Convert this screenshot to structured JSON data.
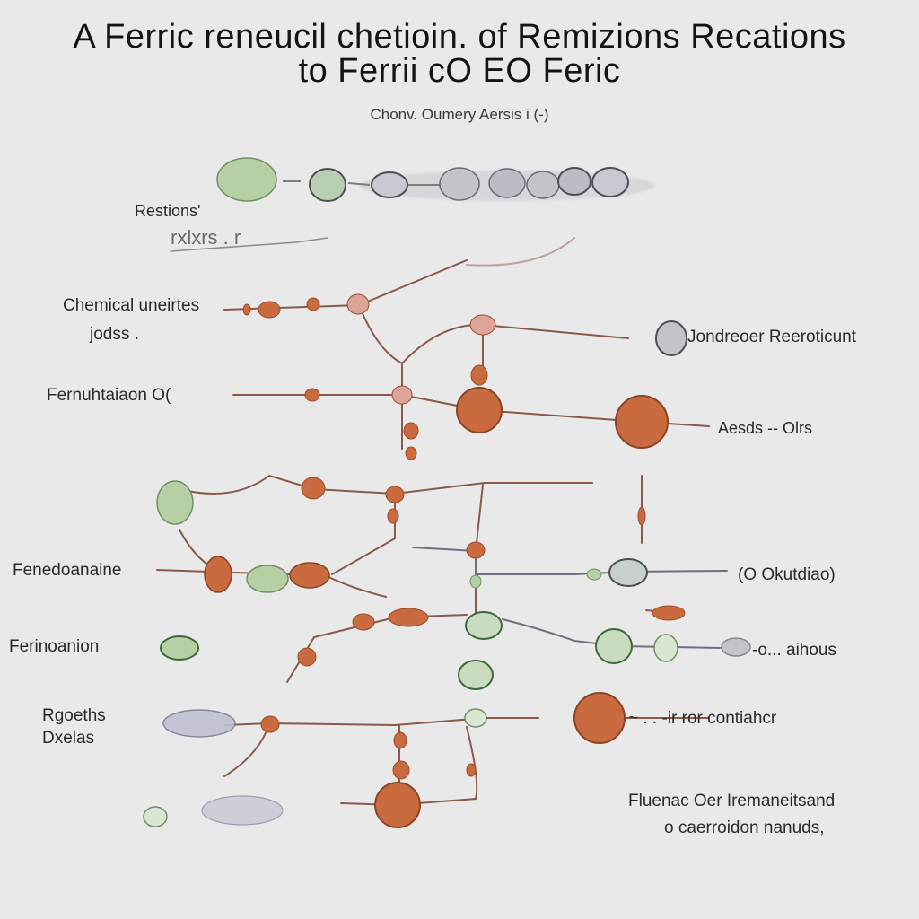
{
  "title": {
    "line1": "A Ferric reneucil  chetioin. of Remizions Recations",
    "line2": "to Ferrii cO EO  Feric"
  },
  "subtitle": "Chonv. Oumery Aersis i (-)",
  "labels": {
    "restions": "Restions'",
    "scribble": "rxlxrs . r",
    "chemical": "Chemical uneirtes",
    "jodss": "jodss .",
    "fernuh": "Fernuhtaiaon O(",
    "jondreer": "Jondreoer Reeroticunt",
    "aesds": "Aesds -- Olrs",
    "fenedo": "Fenedoanaine",
    "okutdiao": "(O Okutdiao)",
    "ferinoanion": "Ferinoanion",
    "aihous": "-o... aihous",
    "rgoeths": "Rgoeths",
    "dxelas": "Dxelas",
    "ror": "~ . . -ir ror contiahcr",
    "fluenac": "Fluenac  Oer Iremaneitsand",
    "caorroidon": "o caerroidon nanuds,"
  },
  "colors": {
    "orange": "#c96a3f",
    "orange_dark": "#b75a33",
    "green": "#b7cfa5",
    "green_stroke": "#6f9067",
    "gray": "#c3c3ca",
    "gray_stroke": "#5e5e68",
    "line": "#8a5a4b",
    "pink": "#d8a79a"
  },
  "icons": {
    "orange": "orange-molecule-icon",
    "green": "green-molecule-icon",
    "gray": "gray-molecule-icon",
    "small": "small-node-icon"
  }
}
